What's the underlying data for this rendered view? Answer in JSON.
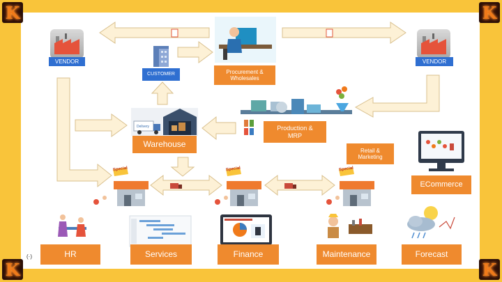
{
  "corner_badge": "K",
  "labels": {
    "vendor_left": "VENDOR",
    "vendor_right": "VENDOR",
    "customer": "CUSTOMER",
    "procurement": "Procurement & Wholesales",
    "warehouse": "Warehouse",
    "production": "Production & MRP",
    "retail": "Retail & Marketing",
    "ecommerce": "ECommerce",
    "delivery_text": "Delivery"
  },
  "modules": [
    "HR",
    "Services",
    "Finance",
    "Maintenance",
    "Forecast"
  ],
  "store_sign": "Special",
  "footer_glyph": "(·)",
  "colors": {
    "frame": "#F9C43A",
    "orange_label": "#EF8A2E",
    "blue_label": "#2F6FD1",
    "arrow_fill": "#FDF1D6",
    "arrow_stroke": "#D9C08E"
  }
}
